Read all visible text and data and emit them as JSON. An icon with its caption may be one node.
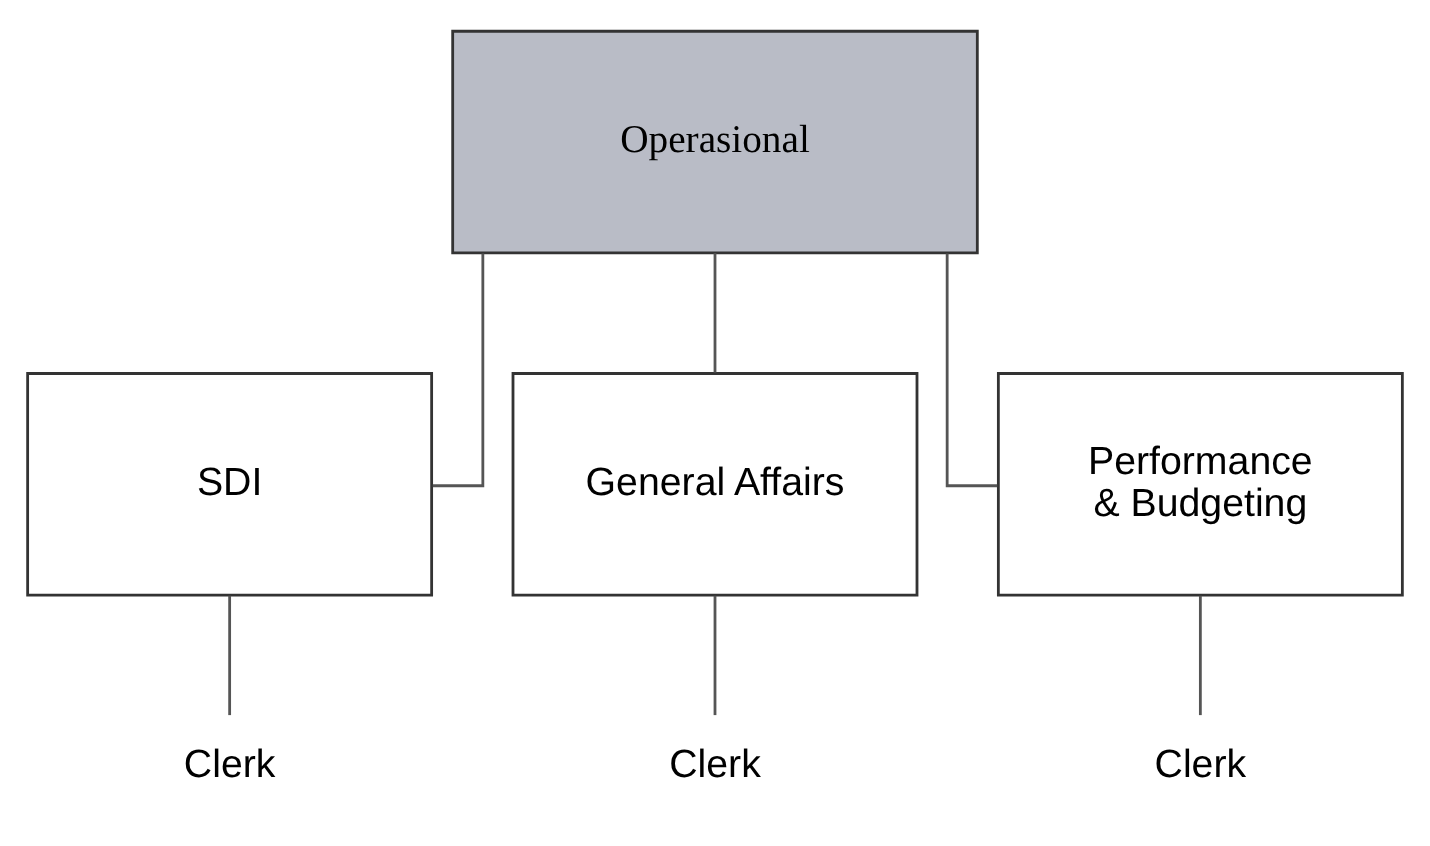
{
  "diagram": {
    "nodes": [
      {
        "text": [
          "Operasional"
        ]
      },
      {
        "text": [
          "SDI"
        ]
      },
      {
        "text": [
          "General Affairs"
        ]
      },
      {
        "text": [
          "Performance & Budgeting"
        ]
      },
      {
        "text": [
          "Clerk"
        ]
      },
      {
        "text": [
          "Clerk"
        ]
      },
      {
        "text": [
          "Clerk"
        ]
      }
    ],
    "edges": [
      {
        "from": 0,
        "to": 1,
        "arrow": "none"
      },
      {
        "from": 0,
        "to": 2,
        "arrow": "none"
      },
      {
        "from": 0,
        "to": 3,
        "arrow": "none"
      },
      {
        "from": 1,
        "to": 4,
        "arrow": "none"
      },
      {
        "from": 2,
        "to": 5,
        "arrow": "none"
      },
      {
        "from": 3,
        "to": 6,
        "arrow": "none"
      }
    ]
  }
}
